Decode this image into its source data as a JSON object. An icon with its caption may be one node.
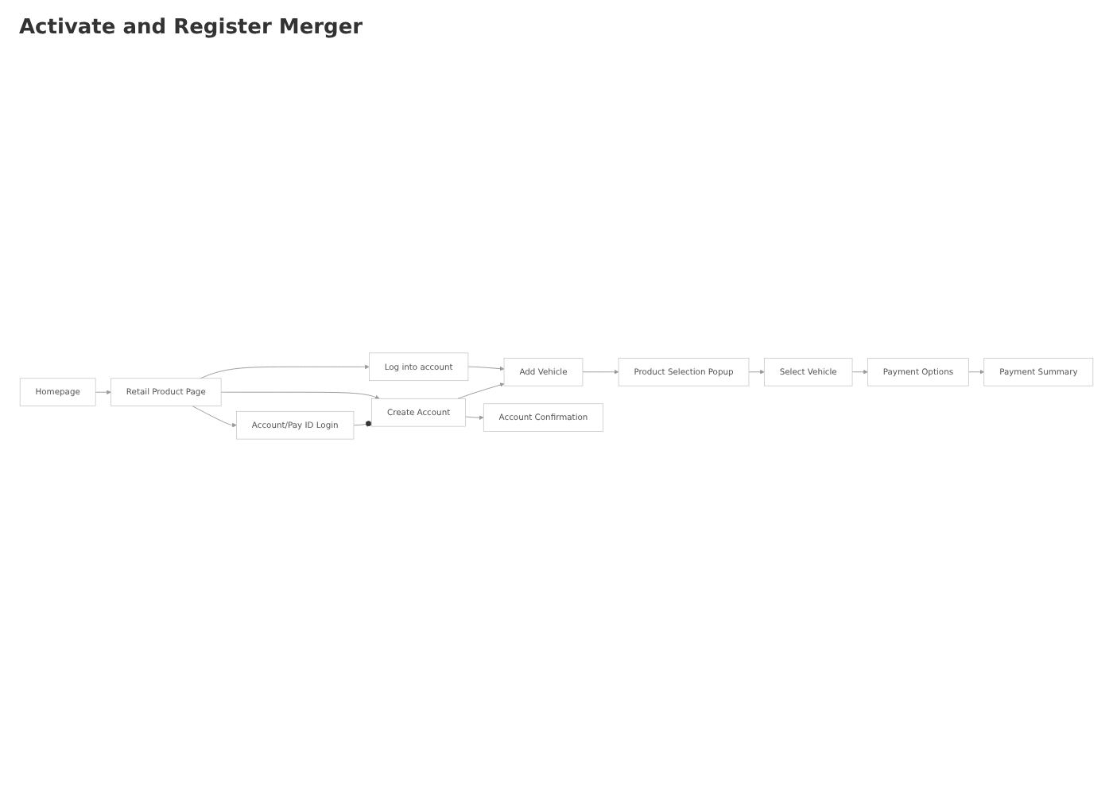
{
  "diagram": {
    "title": "Activate and Register Merger",
    "nodes": [
      {
        "text": [
          "Homepage"
        ]
      },
      {
        "text": [
          "Retail Product Page"
        ]
      },
      {
        "text": [
          "Log into account"
        ]
      },
      {
        "text": [
          "Account/Pay ID Login"
        ]
      },
      {
        "text": [
          "Create Account"
        ]
      },
      {
        "text": [
          "Add Vehicle"
        ]
      },
      {
        "text": [
          "Product Selection Popup"
        ]
      },
      {
        "text": [
          "Account Confirmation"
        ]
      },
      {
        "text": [
          "Select Vehicle"
        ]
      },
      {
        "text": [
          "Payment Options"
        ]
      },
      {
        "text": [
          "Payment Summary"
        ]
      }
    ],
    "edges": [
      {
        "from": 0,
        "to": 1,
        "arrow": "to"
      },
      {
        "from": 1,
        "to": 2,
        "arrow": "to"
      },
      {
        "from": 1,
        "to": 4,
        "arrow": "to"
      },
      {
        "from": 1,
        "to": 3,
        "arrow": "to"
      },
      {
        "from": 2,
        "to": 5,
        "arrow": "to"
      },
      {
        "from": 3,
        "to": 4,
        "arrow": "other"
      },
      {
        "from": 4,
        "to": 7,
        "arrow": "to"
      },
      {
        "from": 4,
        "to": 5,
        "arrow": "to"
      },
      {
        "from": 5,
        "to": 6,
        "arrow": "to"
      },
      {
        "from": 6,
        "to": 8,
        "arrow": "to"
      },
      {
        "from": 8,
        "to": 9,
        "arrow": "to"
      },
      {
        "from": 9,
        "to": 10,
        "arrow": "to"
      }
    ]
  }
}
